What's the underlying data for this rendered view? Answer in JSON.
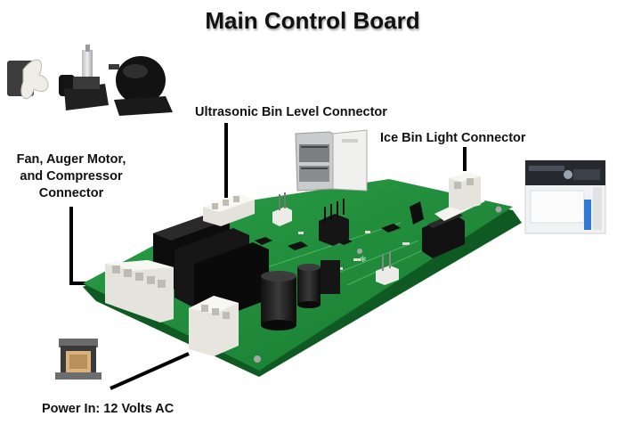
{
  "title": "Main Control Board",
  "labels": {
    "fan_auger_compressor": [
      "Fan, Auger Motor,",
      "and Compressor",
      "Connector"
    ],
    "ultrasonic": "Ultrasonic Bin Level Connector",
    "ice_bin_light": "Ice Bin Light Connector",
    "power_in": "Power In: 12 Volts AC"
  },
  "colors": {
    "board": "#1f8a3a",
    "relay": "#111111",
    "connector": "#f2f2ec",
    "leader": "#000000"
  },
  "icons": [
    "fan-icon",
    "auger-motor-icon",
    "compressor-icon",
    "ice-maker-icon",
    "ice-bin-light-icon",
    "transformer-icon"
  ]
}
